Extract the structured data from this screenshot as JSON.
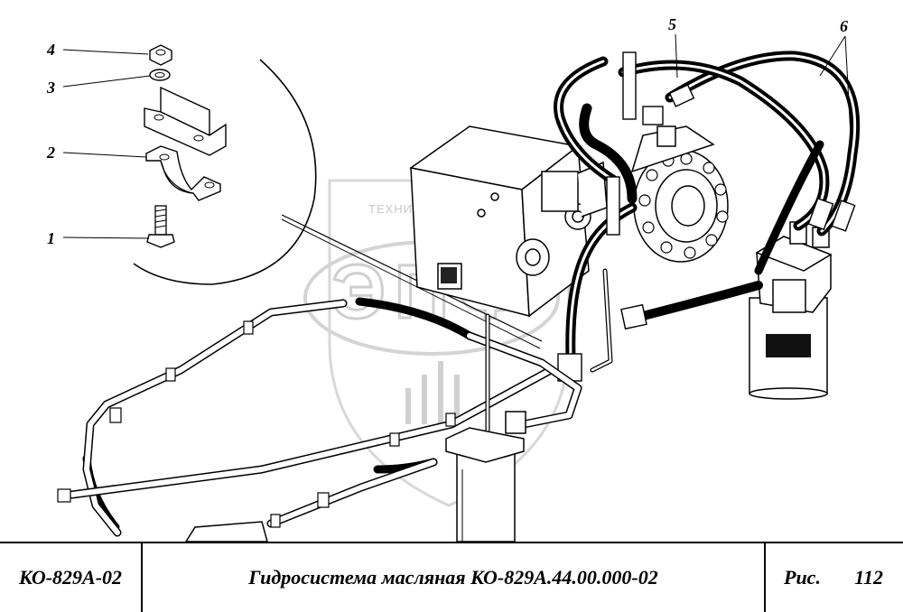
{
  "callouts": [
    {
      "id": "1",
      "text": "1"
    },
    {
      "id": "2",
      "text": "2"
    },
    {
      "id": "3",
      "text": "3"
    },
    {
      "id": "4",
      "text": "4"
    },
    {
      "id": "5",
      "text": "5"
    },
    {
      "id": "6",
      "text": "6"
    }
  ],
  "watermark": {
    "text": "ТЕХНИКА ⚙ ЗАПЧАСТИ",
    "logo": "ЭПФ"
  },
  "title_block": {
    "model": "КО-829А-02",
    "title": "Гидросистема масляная КО-829А.44.00.000-02",
    "figure_label": "Рис.",
    "figure_number": "112"
  }
}
